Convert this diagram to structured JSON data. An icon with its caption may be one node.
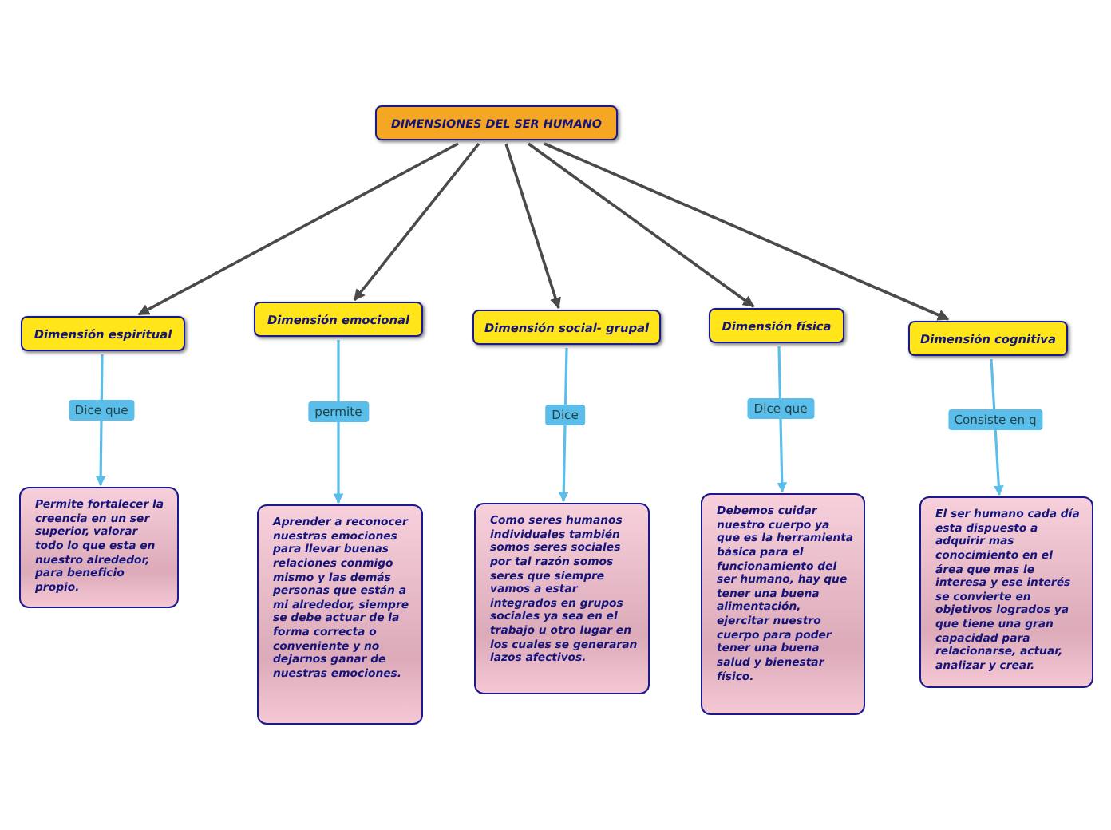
{
  "diagram": {
    "nodes": [
      {
        "text": [
          "DIMENSIONES DEL SER HUMANO"
        ]
      },
      {
        "text": [
          "Dimensión espiritual"
        ]
      },
      {
        "text": [
          "Dimensión emocional"
        ]
      },
      {
        "text": [
          "Dimensión social- grupal"
        ]
      },
      {
        "text": [
          "Dimensión física"
        ]
      },
      {
        "text": [
          "Dimensión cognitiva"
        ]
      },
      {
        "text": [
          "Permite fortalecer la creencia en un ser superior, valorar todo lo que esta en nuestro alrededor, para beneficio propio."
        ]
      },
      {
        "text": [
          "Aprender a reconocer nuestras emociones para llevar buenas relaciones conmigo mismo y las demás personas que están a mi alrededor, siempre se debe actuar de la forma correcta o conveniente y no dejarnos ganar de nuestras emociones."
        ]
      },
      {
        "text": [
          "Como seres humanos individuales también somos seres sociales por tal razón somos seres que siempre vamos a estar integrados en grupos sociales ya sea en el trabajo u otro lugar en los cuales se generaran lazos afectivos."
        ]
      },
      {
        "text": [
          "Debemos cuidar nuestro cuerpo ya que es la herramienta básica para el funcionamiento del ser humano, hay que tener una buena alimentación, ejercitar nuestro cuerpo para poder tener una buena salud y bienestar físico."
        ]
      },
      {
        "text": [
          "El ser humano cada día esta dispuesto a adquirir mas conocimiento en el área que mas le interesa y ese interés se convierte en objetivos logrados ya que tiene una gran capacidad para relacionarse, actuar, analizar y crear."
        ]
      }
    ],
    "edges": [
      {
        "from": 0,
        "to": 1,
        "arrow": "to"
      },
      {
        "from": 0,
        "to": 2,
        "arrow": "to"
      },
      {
        "from": 0,
        "to": 3,
        "arrow": "to"
      },
      {
        "from": 0,
        "to": 4,
        "arrow": "to"
      },
      {
        "from": 0,
        "to": 5,
        "arrow": "to"
      },
      {
        "from": 1,
        "to": 6,
        "arrow": "to",
        "label": "Dice que",
        "color": "#5bbdea"
      },
      {
        "from": 2,
        "to": 7,
        "arrow": "to",
        "label": "permite",
        "color": "#5bbdea"
      },
      {
        "from": 3,
        "to": 8,
        "arrow": "to",
        "label": "Dice",
        "color": "#5bbdea"
      },
      {
        "from": 4,
        "to": 9,
        "arrow": "to",
        "label": "Dice que",
        "color": "#5bbdea"
      },
      {
        "from": 5,
        "to": 10,
        "arrow": "to",
        "label": "Consiste en q",
        "color": "#5bbdea"
      }
    ]
  }
}
